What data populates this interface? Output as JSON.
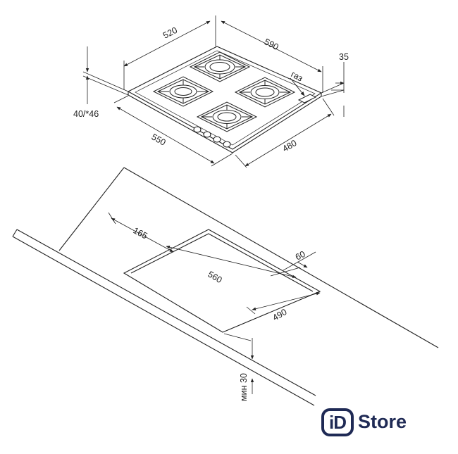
{
  "hob_dimensions": {
    "width_top": "520",
    "depth_top": "590",
    "height_right": "35",
    "height_left": "40/*46",
    "width_bottom": "550",
    "depth_bottom": "480",
    "gas_label": "газ"
  },
  "cutout_dimensions": {
    "offset_front": "165",
    "offset_side": "60",
    "cutout_width": "560",
    "cutout_depth": "490",
    "min_thickness": "мин 30"
  },
  "brand": {
    "logo_text_prefix": "iD",
    "logo_text": "Store",
    "color_primary": "#1f2a55",
    "color_accent": "#2f7fd8"
  }
}
